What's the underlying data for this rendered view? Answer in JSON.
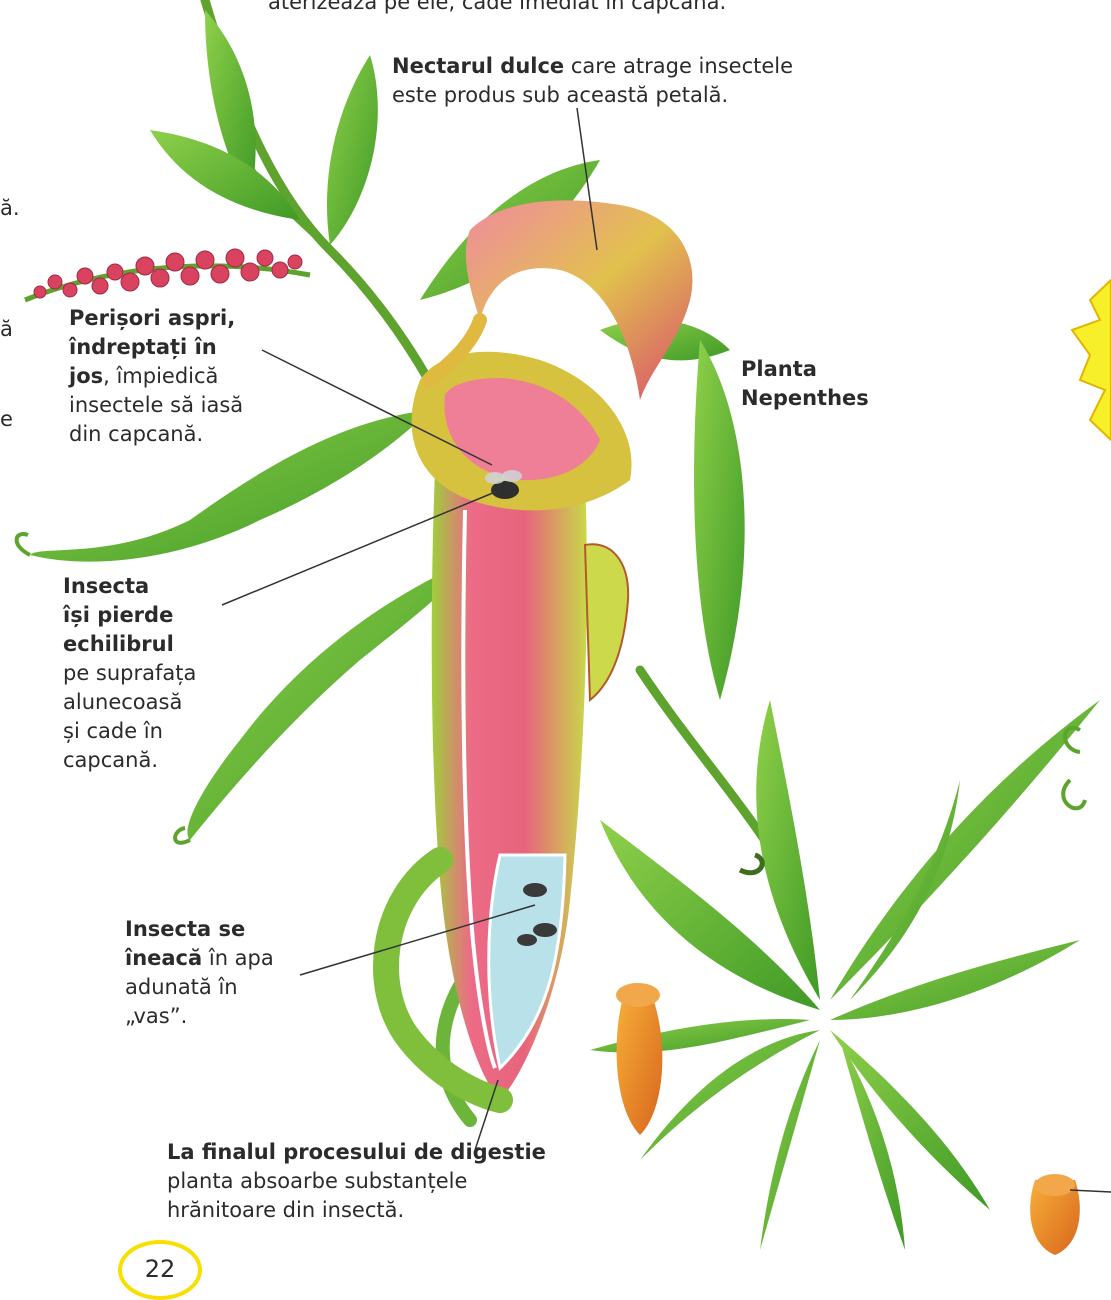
{
  "top_caption": "aterizează pe ele, cade imediat în capcană.",
  "edge_fragments": [
    "ă.",
    "ă",
    "e"
  ],
  "labels": {
    "nectar": {
      "bold": "Nectarul dulce",
      "rest": " care atrage insectele",
      "line2": "este produs sub această petală."
    },
    "plant_name": {
      "line1": "Planta",
      "line2": "Nepenthes"
    },
    "hairs": {
      "bold1": "Perișori aspri,",
      "bold2": "îndreptați în",
      "bold3": "jos",
      "rest3": ", împiedică",
      "line4": "insectele să iasă",
      "line5": "din capcană."
    },
    "balance": {
      "bold1": "Insecta",
      "bold2": "își pierde",
      "bold3": "echilibrul",
      "line4": "pe suprafața",
      "line5": "alunecoasă",
      "line6": "și cade în",
      "line7": "capcană."
    },
    "drown": {
      "bold1": "Insecta se",
      "bold2": "îneacă",
      "rest2": " în apa",
      "line3": "adunată în",
      "line4": "„vas”."
    },
    "digest": {
      "bold": "La finalul procesului de digestie",
      "line2": "planta absoarbe substanțele",
      "line3": "hrănitoare din insectă."
    }
  },
  "page_number": "22",
  "colors": {
    "leaf": "#5fae2e",
    "leaf_dark": "#2f7d1e",
    "pitcher_pink": "#e9647f",
    "pitcher_yellow": "#dfe24a",
    "water": "#b9e1ea",
    "sun": "#f7ef2a",
    "flower": "#d9435f"
  }
}
